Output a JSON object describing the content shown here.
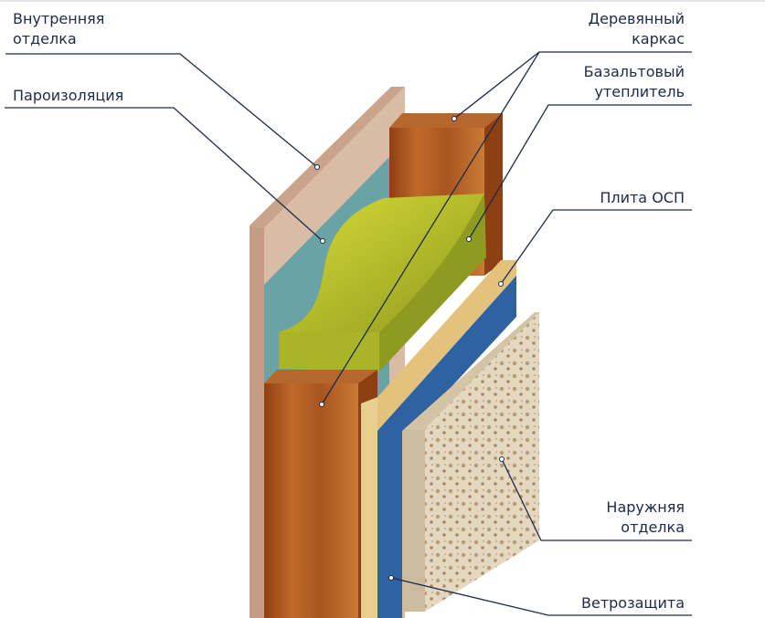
{
  "labels": {
    "inner_finish": [
      "Внутренняя",
      "отделка"
    ],
    "vapor_barrier": "Пароизоляция",
    "wood_frame": [
      "Деревянный",
      "каркас"
    ],
    "basalt_insulation": [
      "Базальтовый",
      "утеплитель"
    ],
    "osb_board": "Плита ОСП",
    "outer_finish": [
      "Наружняя",
      "отделка"
    ],
    "wind_barrier": "Ветрозащита"
  },
  "colors": {
    "leader": "#1e2a4a",
    "inner_finish": "#d4b39c",
    "vapor_barrier": "#6aa3a6",
    "wood": "#a8551f",
    "insulation": "#b9c32a",
    "osb": "#e6c887",
    "wind_barrier": "#2f62a0",
    "outer_finish": "#d9cbb0"
  }
}
